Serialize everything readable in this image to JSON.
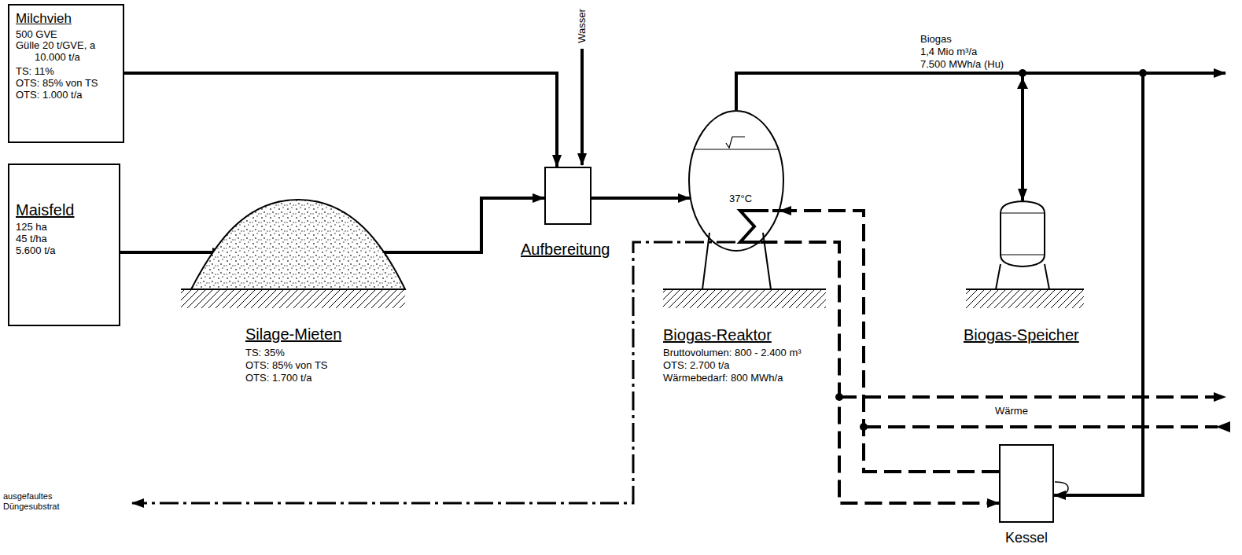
{
  "diagram": {
    "nodes": [
      {
        "text": [
          "Milchvieh",
          "500 GVE",
          "Gülle 20 t/GVE, a 10.000 t/a",
          "TS: 11%",
          "OTS: 85% von TS",
          "OTS: 1.000 t/a"
        ]
      },
      {
        "text": [
          "Maisfeld",
          "125 ha",
          "45 t/ha",
          "5.600 t/a"
        ]
      },
      {
        "text": [
          "Silage-Mieten",
          "TS: 35%",
          "OTS: 85% von TS",
          "OTS: 1.700 t/a"
        ]
      },
      {
        "text": [
          "Aufbereitung"
        ]
      },
      {
        "text": [
          "37°C",
          "Biogas-Reaktor",
          "Bruttovolumen: 800 - 2.400 m³",
          "OTS: 2.700 t/a",
          "Wärmebedarf: 800 MWh/a"
        ]
      },
      {
        "text": [
          "Biogas-Speicher"
        ]
      },
      {
        "text": [
          "Kessel"
        ]
      }
    ],
    "edges": [
      {
        "from": 0,
        "to": 3,
        "arrow": "to"
      },
      {
        "from": 1,
        "to": 2,
        "arrow": "to"
      },
      {
        "from": 2,
        "to": 3,
        "arrow": "to"
      },
      {
        "from": 3,
        "to": 4,
        "arrow": "to"
      },
      {
        "from": 4,
        "to": 5,
        "arrow": "to"
      },
      {
        "from": 4,
        "to": 6,
        "arrow": "to"
      },
      {
        "from": 6,
        "to": 4,
        "arrow": "to"
      },
      {
        "from": 4,
        "to": 6,
        "arrow": "to"
      }
    ],
    "labels": [
      "Wasser",
      "Biogas",
      "1,4 Mio m³/a",
      "7.500 MWh/a (Hu)",
      "Wärme",
      "ausgefaultes Düngesubstrat"
    ]
  }
}
